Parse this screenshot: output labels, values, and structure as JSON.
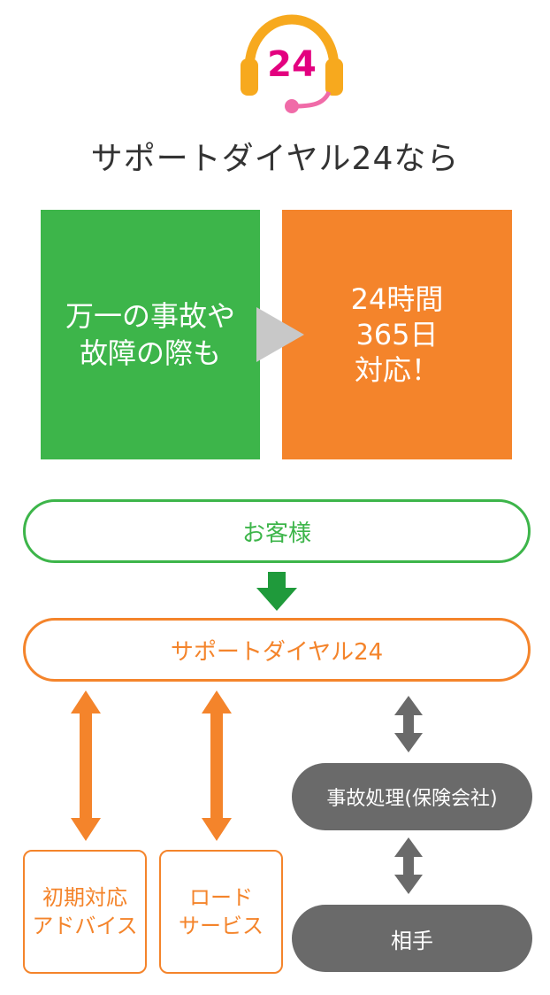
{
  "logo": {
    "number": "24",
    "headset_color": "#f7a91e",
    "number_color": "#e3007f",
    "mic_color": "#f06ba8"
  },
  "title": "サポートダイヤル24なら",
  "comparison": {
    "left": "万一の事故や\n故障の際も",
    "right": "24時間\n365日\n対応！",
    "left_color": "#3db54a",
    "right_color": "#f4842b",
    "arrow_color": "#c8c8c8"
  },
  "flow": {
    "customer": "お客様",
    "support": "サポートダイヤル24",
    "insurance": "事故処理(保険会社)",
    "counterparty": "相手",
    "advice": "初期対応\nアドバイス",
    "road": "ロード\nサービス",
    "green": "#3db54a",
    "orange": "#f4842b",
    "gray": "#6a6a6a"
  }
}
